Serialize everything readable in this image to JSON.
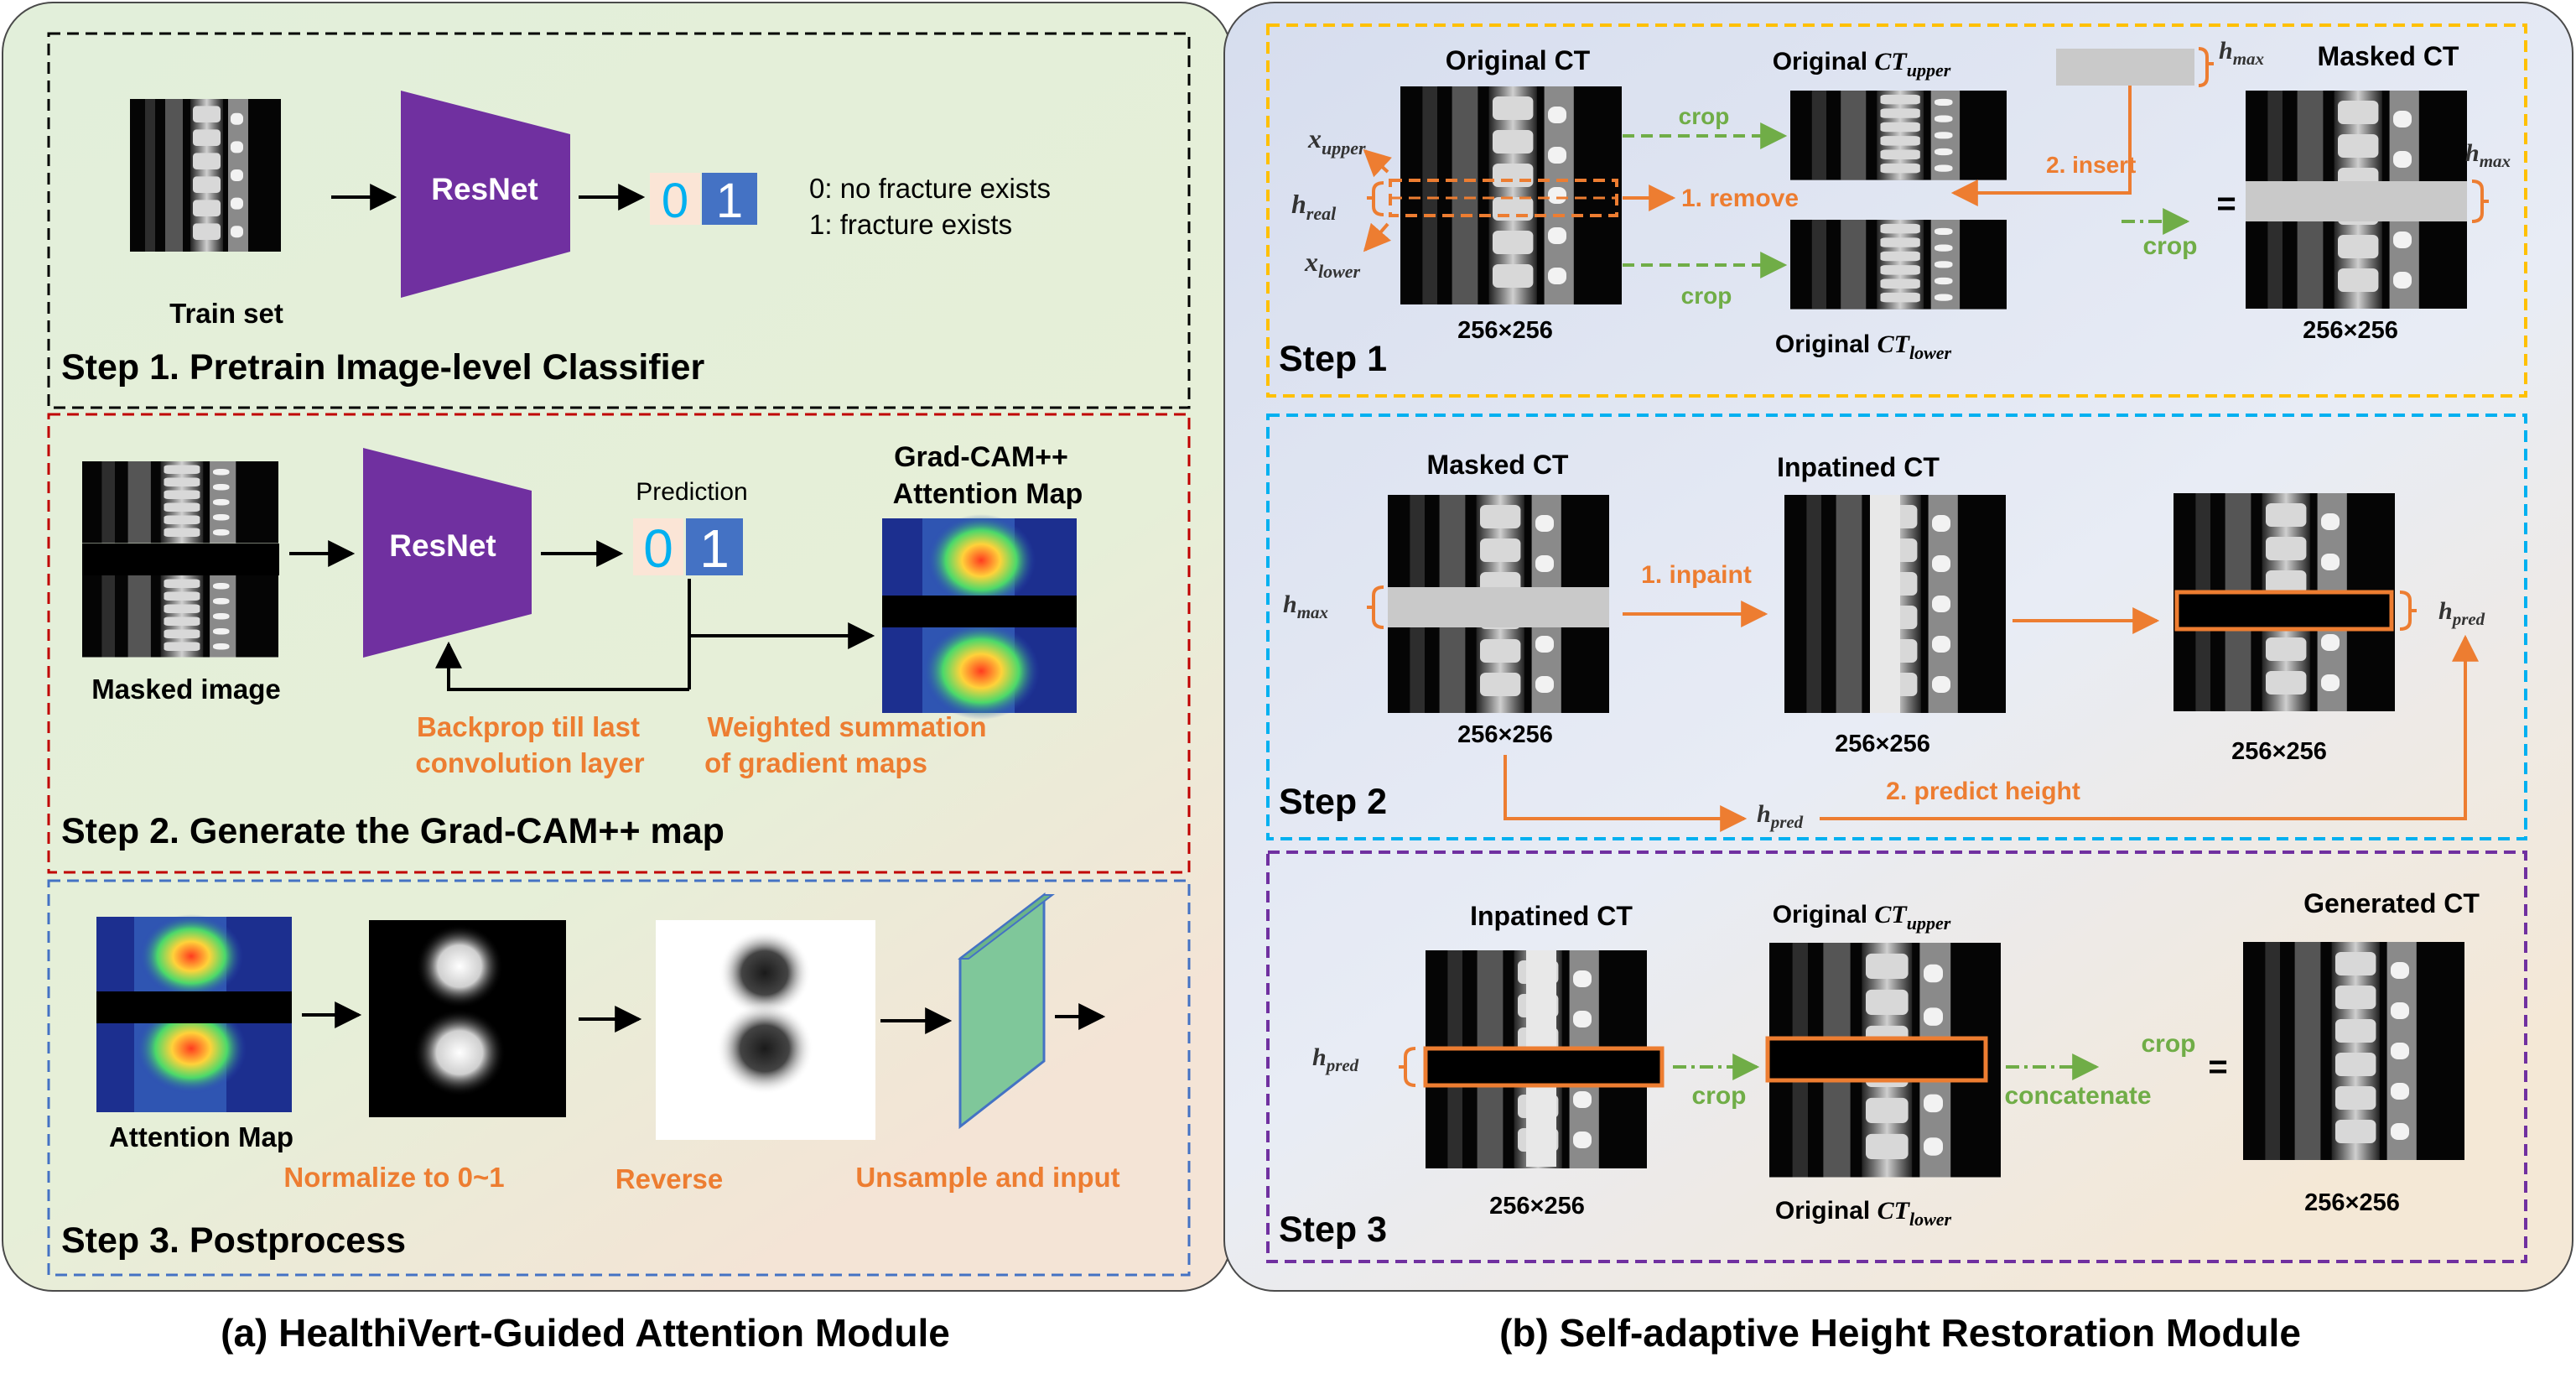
{
  "colors": {
    "orange": "#ED7D31",
    "green": "#70AD47",
    "purple": "#7030A0",
    "blue": "#4472C4",
    "yellow": "#FFC000",
    "cyan": "#00B0F0",
    "red": "#C00000",
    "digit_blue_bg": "#4472C4",
    "digit_light_bg": "#FBE5D6",
    "digit_blue": "#00B0F0"
  },
  "panel_a": {
    "caption": "(a) HealthiVert-Guided  Attention Module",
    "step1": {
      "title": "Step 1. Pretrain Image-level Classifier",
      "train_set": "Train set",
      "resnet": "ResNet",
      "digit0": "0",
      "digit1": "1",
      "legend0": "0: no fracture exists",
      "legend1": "1: fracture exists"
    },
    "step2": {
      "title": "Step 2. Generate the Grad-CAM++ map",
      "masked_image": "Masked image",
      "resnet": "ResNet",
      "prediction": "Prediction",
      "digit0": "0",
      "digit1": "1",
      "gradcam_line1": "Grad-CAM++",
      "gradcam_line2": "Attention Map",
      "backprop_line1": "Backprop till last",
      "backprop_line2": "convolution layer",
      "weighted_line1": "Weighted summation",
      "weighted_line2": "of gradient maps"
    },
    "step3": {
      "title": "Step 3. Postprocess",
      "attention_map": "Attention Map",
      "normalize": "Normalize to 0~1",
      "reverse": "Reverse",
      "upsample": "Unsample and input"
    }
  },
  "panel_b": {
    "caption": "(b) Self-adaptive Height Restoration Module",
    "step1": {
      "title": "Step 1",
      "original_ct": "Original CT",
      "size": "256×256",
      "x_upper_base": "x",
      "x_upper_sub": "upper",
      "h_real_base": "h",
      "h_real_sub": "real",
      "x_lower_base": "x",
      "x_lower_sub": "lower",
      "crop": "crop",
      "remove": "1. remove",
      "insert": "2. insert",
      "orig_upper_prefix": "Original ",
      "orig_upper_base": "CT",
      "orig_upper_sub": "upper",
      "orig_lower_prefix": "Original ",
      "orig_lower_base": "CT",
      "orig_lower_sub": "lower",
      "h_max_base": "h",
      "h_max_sub": "max",
      "masked_ct": "Masked CT",
      "equals": "="
    },
    "step2": {
      "title": "Step 2",
      "masked_ct": "Masked CT",
      "inpainted_ct": "Inpatined CT",
      "inpaint": "1. inpaint",
      "predict_height": "2. predict height",
      "size": "256×256",
      "h_max_base": "h",
      "h_max_sub": "max",
      "h_pred_base": "h",
      "h_pred_sub": "pred"
    },
    "step3": {
      "title": "Step 3",
      "inpainted_ct": "Inpatined CT",
      "orig_upper_prefix": "Original ",
      "orig_upper_base": "CT",
      "orig_upper_sub": "upper",
      "orig_lower_prefix": "Original ",
      "orig_lower_base": "CT",
      "orig_lower_sub": "lower",
      "generated_ct": "Generated CT",
      "crop": "crop",
      "concatenate": "concatenate",
      "equals": "=",
      "size": "256×256",
      "h_pred_base": "h",
      "h_pred_sub": "pred"
    }
  }
}
